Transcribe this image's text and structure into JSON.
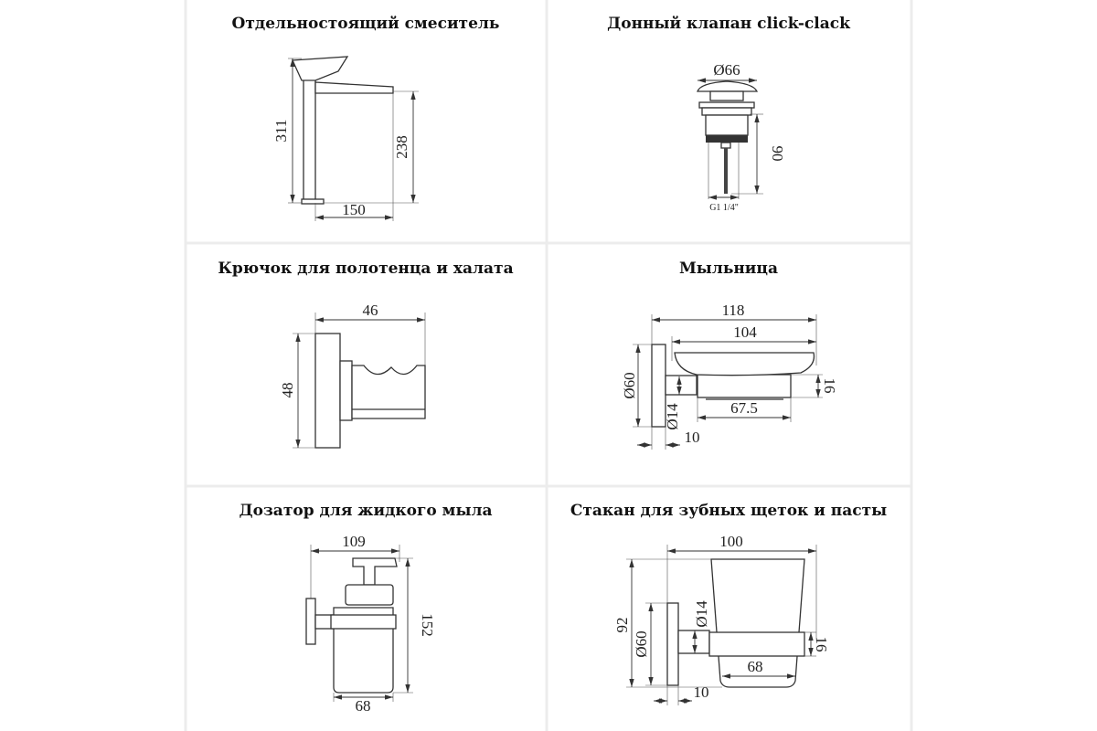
{
  "panels": [
    {
      "title": "Отдельностоящий смеситель",
      "dims": {
        "height": "311",
        "spout_height": "238",
        "reach": "150"
      }
    },
    {
      "title": "Донный клапан click-clack",
      "dims": {
        "diameter": "Ø66",
        "height": "90",
        "thread": "G1 1/4\""
      }
    },
    {
      "title": "Крючок для полотенца и халата",
      "dims": {
        "depth": "46",
        "height": "48"
      }
    },
    {
      "title": "Мыльница",
      "dims": {
        "total": "118",
        "dish": "104",
        "plate": "Ø60",
        "tray_h": "16",
        "tray_w": "67.5",
        "stem": "Ø14",
        "plate_t": "10"
      }
    },
    {
      "title": "Дозатор для жидкого мыла",
      "dims": {
        "depth": "109",
        "height": "152",
        "width": "68"
      }
    },
    {
      "title": "Стакан для зубных щеток и пасты",
      "dims": {
        "depth": "100",
        "height": "92",
        "plate": "Ø60",
        "stem": "Ø14",
        "ring_h": "16",
        "width": "68",
        "plate_t": "10"
      }
    }
  ]
}
